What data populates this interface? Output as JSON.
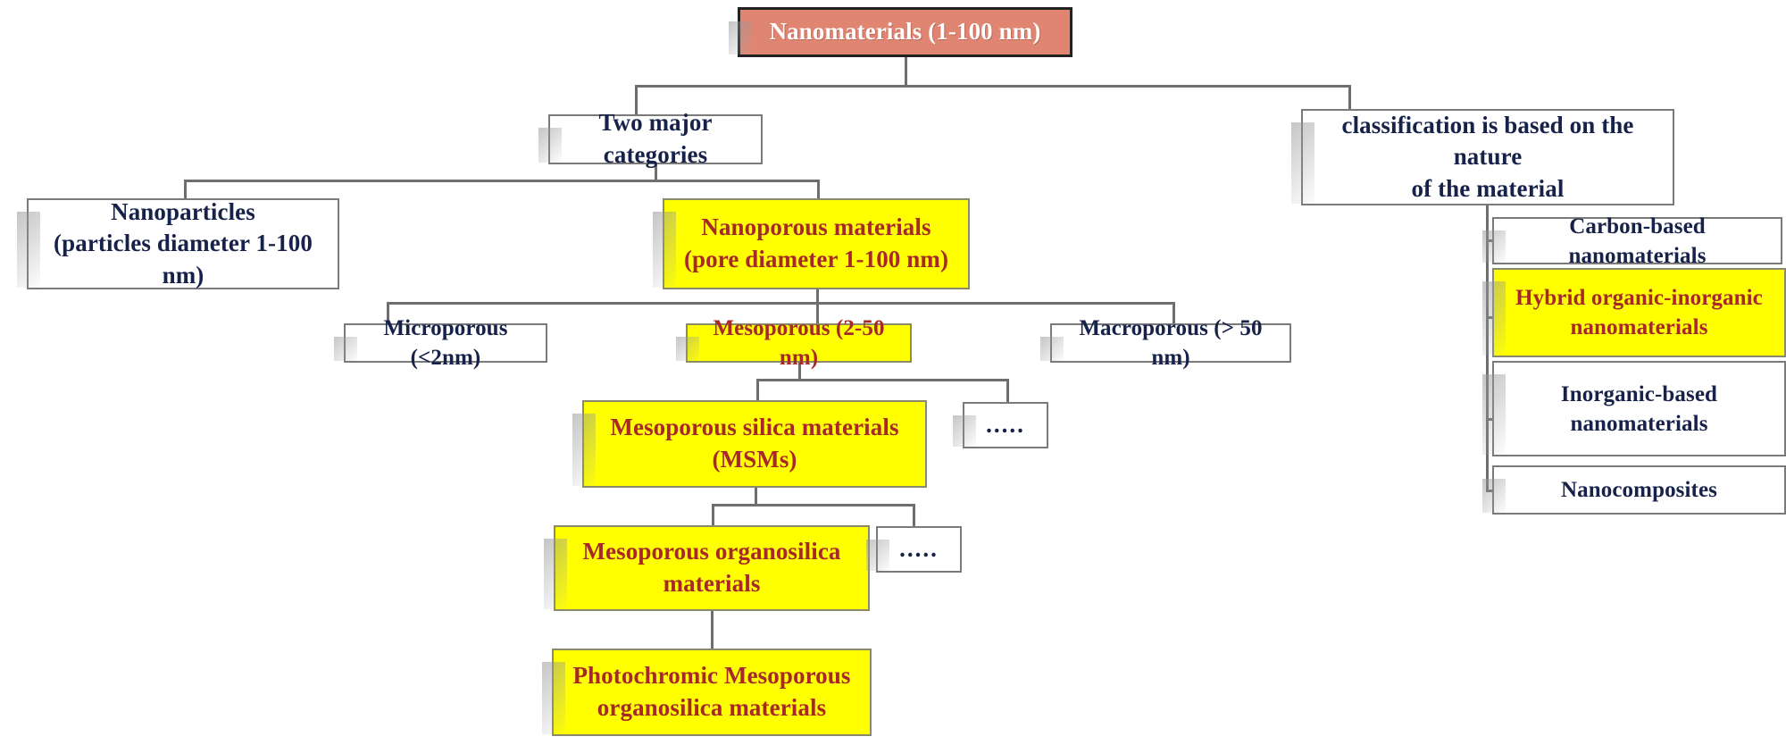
{
  "diagram": {
    "title": "Nanomaterials classification flowchart",
    "colors": {
      "root_fill": "#e08572",
      "highlight_fill": "#ffff00",
      "highlight_text": "#a82828",
      "plain_text": "#17224a",
      "box_border": "#7a7a7a",
      "connector": "#6e6e6e",
      "canvas": "#ffffff"
    },
    "nodes": {
      "root": "Nanomaterials (1-100 nm)",
      "two_major_categories": "Two major categories",
      "classification_nature": "classification is based on the nature\nof the material",
      "nanoparticles": "Nanoparticles\n(particles diameter 1-100 nm)",
      "nanoporous": "Nanoporous materials\n(pore diameter 1-100 nm)",
      "microporous": "Microporous (<2nm)",
      "mesoporous": "Mesoporous  (2-50 nm)",
      "macroporous": "Macroporous  (> 50 nm)",
      "msm": "Mesoporous silica materials\n(MSMs)",
      "dots_msm": ".....",
      "organosilica": "Mesoporous organosilica\nmaterials",
      "dots_organosilica": ".....",
      "photochromic": "Photochromic Mesoporous\norganosilica materials",
      "carbon_based": "Carbon-based nanomaterials",
      "hybrid": "Hybrid organic-inorganic\nnanomaterials",
      "inorganic_based": "Inorganic-based\nnanomaterials",
      "nanocomposites": "Nanocomposites"
    }
  }
}
